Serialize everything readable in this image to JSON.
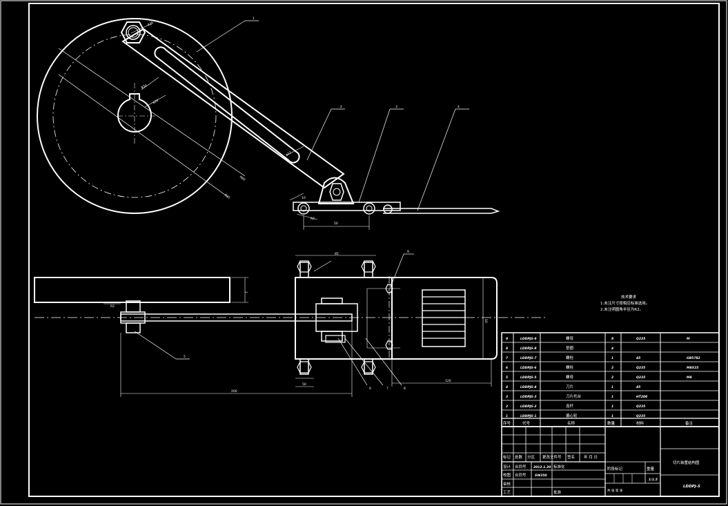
{
  "balloons": {
    "b1": "1",
    "b2": "2",
    "b3": "3",
    "b4": "4",
    "b5": "5",
    "b6": "6",
    "b7": "7",
    "b8": "8",
    "b9": "9"
  },
  "technical_requirements": {
    "title": "技术要求",
    "lines": [
      "1.未注尺寸按相应标准选用。",
      "2.未注明圆角半径为R2。"
    ]
  },
  "parts_list": {
    "rows": [
      {
        "no": "9",
        "code": "LDDPJS-9",
        "name": "螺母",
        "qty": "8",
        "material": "Q235",
        "remark": "M"
      },
      {
        "no": "8",
        "code": "LDDPJS-8",
        "name": "垫圈",
        "qty": "4",
        "material": "",
        "remark": ""
      },
      {
        "no": "7",
        "code": "LDDPJS-7",
        "name": "螺栓",
        "qty": "1",
        "material": "45",
        "remark": "GB5782"
      },
      {
        "no": "6",
        "code": "LDDPJS-6",
        "name": "螺栓",
        "qty": "2",
        "material": "Q235",
        "remark": "M8X25"
      },
      {
        "no": "5",
        "code": "LDDPJS-5",
        "name": "螺母",
        "qty": "2",
        "material": "Q235",
        "remark": "M8"
      },
      {
        "no": "4",
        "code": "LDDPJS-4",
        "name": "刀片",
        "qty": "1",
        "material": "45",
        "remark": ""
      },
      {
        "no": "3",
        "code": "LDDPJS-3",
        "name": "刀片托台",
        "qty": "1",
        "material": "HT200",
        "remark": ""
      },
      {
        "no": "2",
        "code": "LDDPJS-2",
        "name": "连杆",
        "qty": "1",
        "material": "Q235",
        "remark": ""
      },
      {
        "no": "1",
        "code": "LDDPJS-1",
        "name": "偏心轮",
        "qty": "1",
        "material": "Q235",
        "remark": ""
      }
    ],
    "header": {
      "no": "序号",
      "code": "代号",
      "name": "名称",
      "qty": "数量",
      "material": "材料",
      "remark": "备注"
    }
  },
  "title_block": {
    "rev_labels": [
      "标记",
      "处数",
      "分区",
      "更改文件号",
      "签名",
      "年 月 日"
    ],
    "design_label": "设计",
    "design_name": "合同号",
    "design_date": "2012.1.30",
    "standardize": "标准化",
    "check_label": "校图",
    "check_name": "合同号",
    "check_code": "SW350",
    "review": "审核",
    "process": "工艺",
    "approve": "批准",
    "stage_mark": "阶段标记",
    "weight": "重量",
    "scale": "比例",
    "scale_value": "1:1.5",
    "sheets": "共 张  第 张",
    "drawing_title": "切片装置结构图",
    "drawing_code": "LDDPJ-5"
  },
  "dimensions": {
    "d_120": "120",
    "d_85": "85",
    "d_200": "200",
    "d_50": "50",
    "d_10": "10",
    "d_r80": "R80",
    "d_r30": "R30",
    "d_r25": "R25",
    "d_r2": "R2",
    "d_phi12": "φ12",
    "d_phi20": "φ20",
    "d_phi30": "φ30",
    "d_2": "2"
  }
}
